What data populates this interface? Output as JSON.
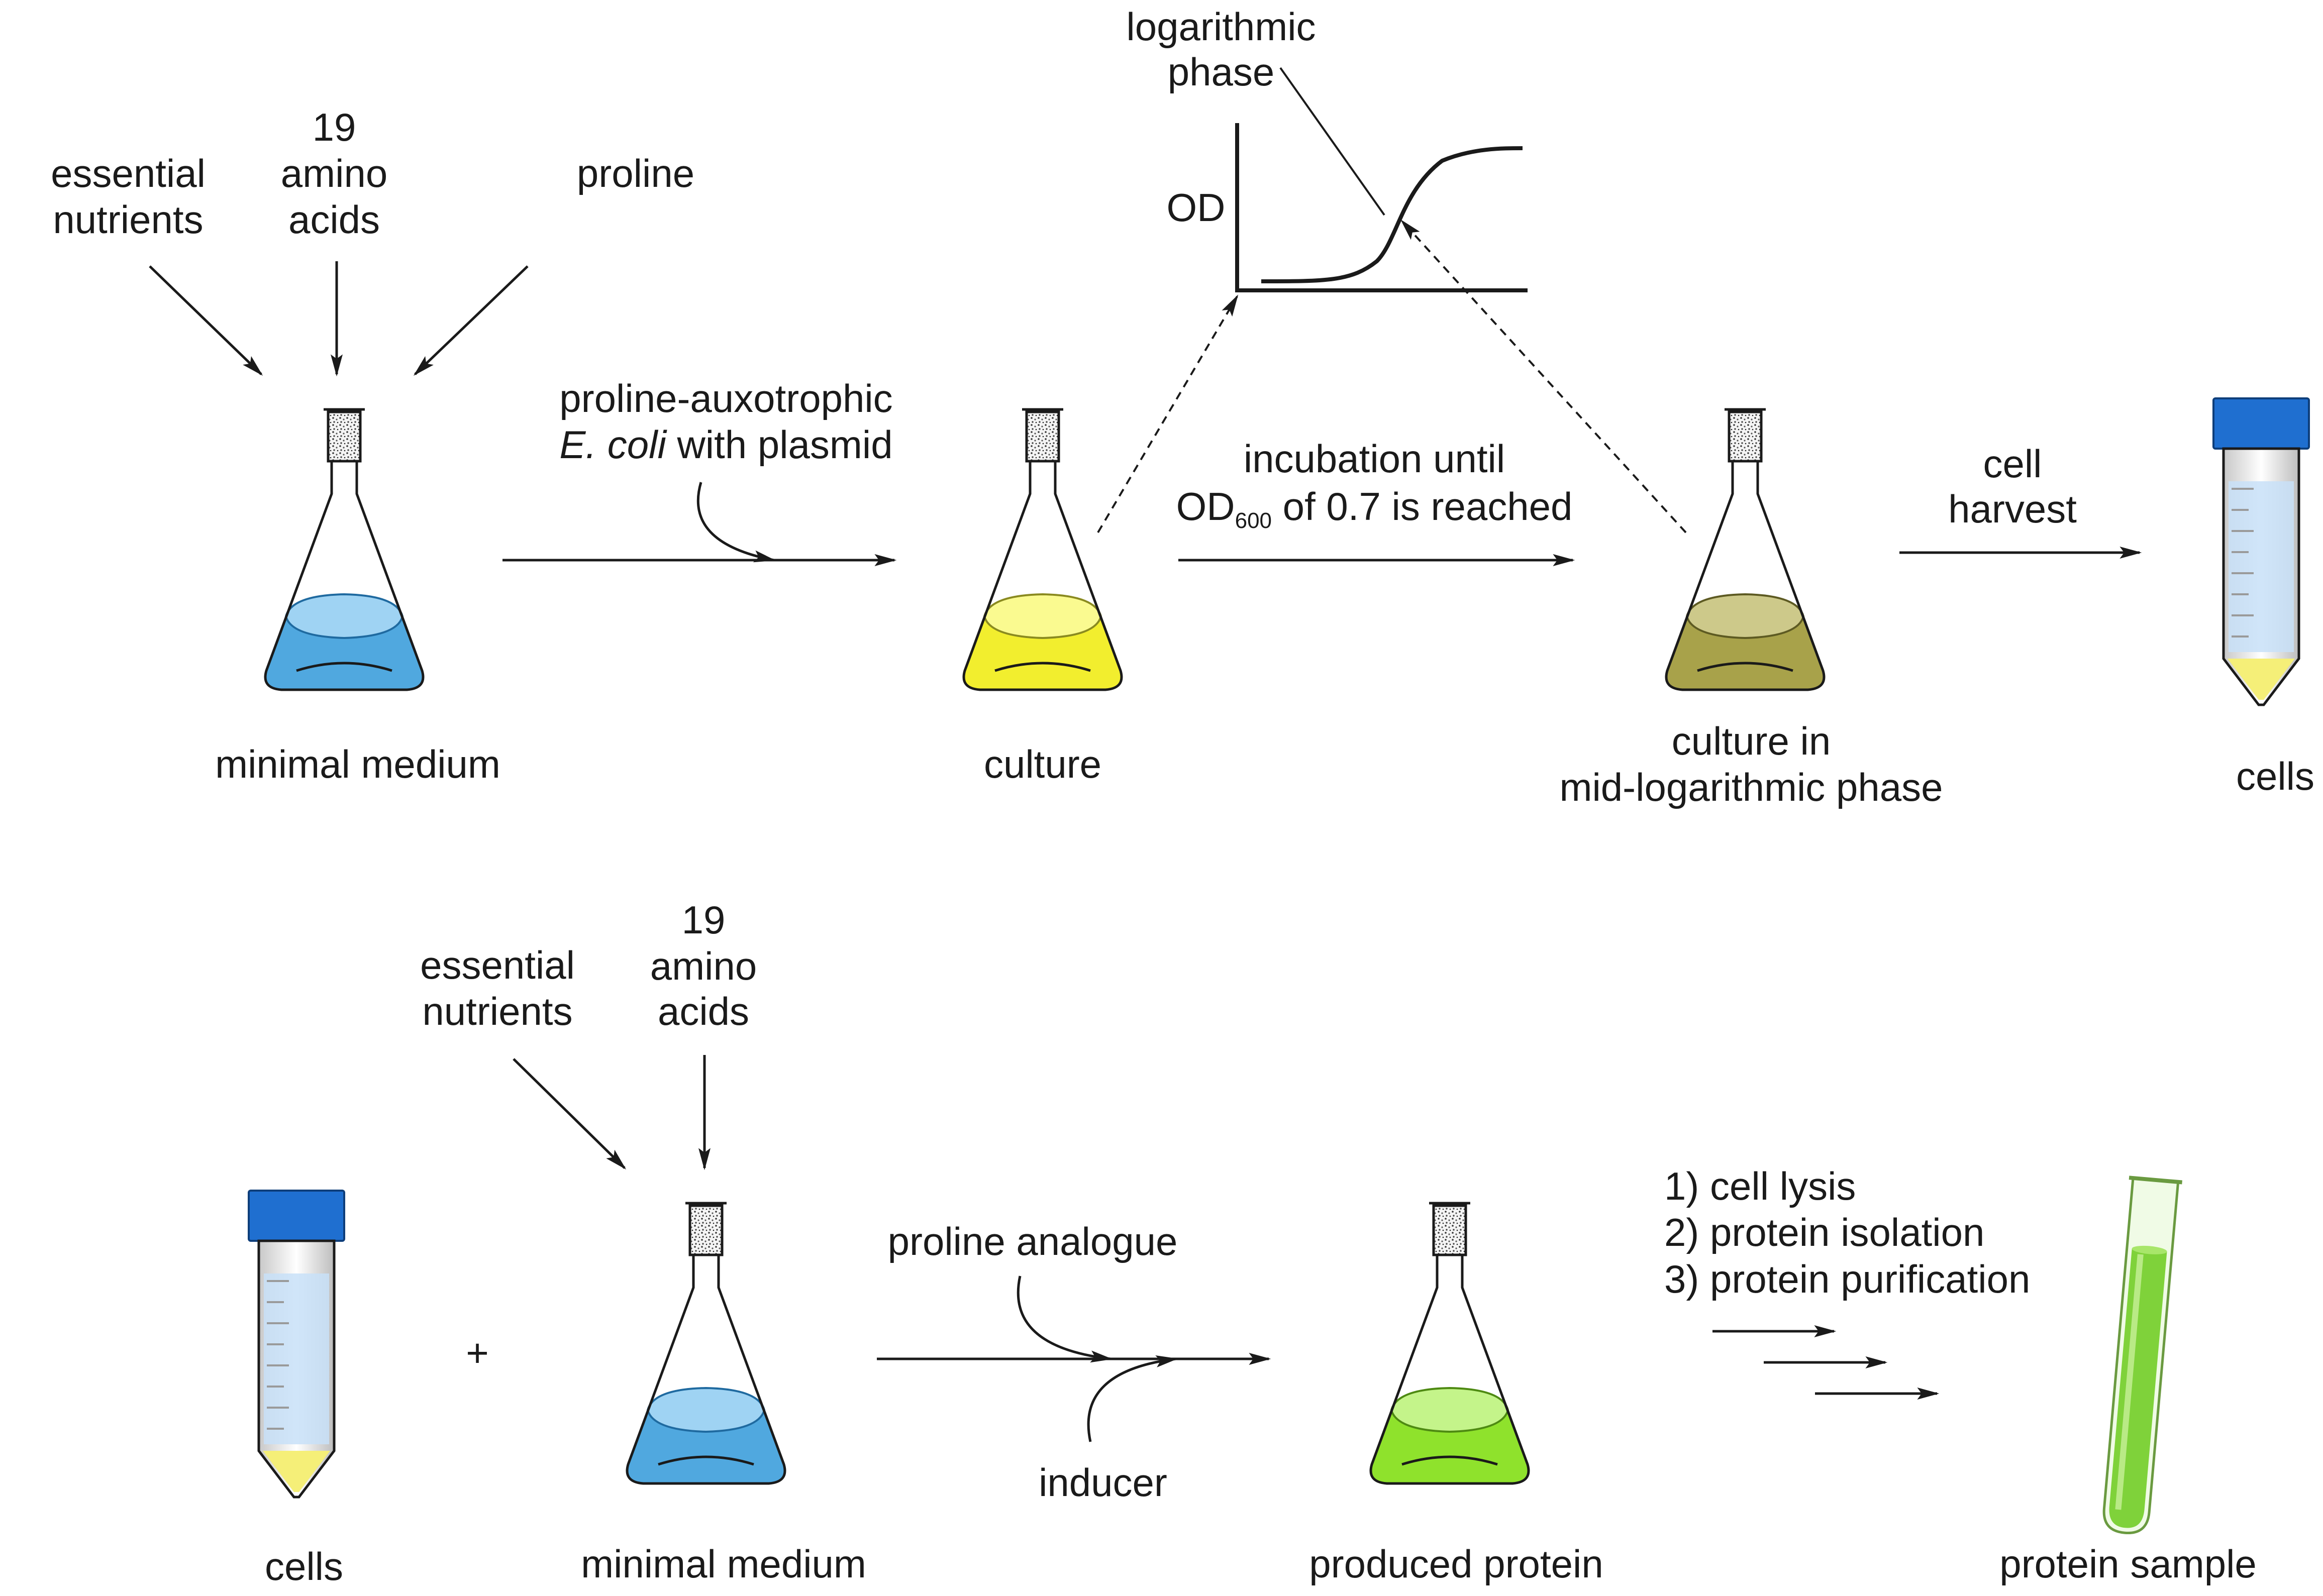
{
  "top": {
    "inputs": {
      "nutrients": [
        "essential",
        "nutrients"
      ],
      "amino": [
        "19",
        "amino",
        "acids"
      ],
      "proline": "proline"
    },
    "medium_label": "minimal medium",
    "inoculation": {
      "line1": "proline-auxotrophic",
      "italic": "E. coli",
      "rest": " with plasmid"
    },
    "culture_label": "culture",
    "incubation": {
      "line1": "incubation until",
      "od": "OD",
      "od_sub": "600",
      "od_rest": " of 0.7 is reached"
    },
    "graph": {
      "ylabel": "OD",
      "phase": [
        "logarithmic",
        "phase"
      ]
    },
    "midlog_label": [
      "culture in",
      "mid-logarithmic phase"
    ],
    "harvest": [
      "cell",
      "harvest"
    ],
    "cells_label": "cells"
  },
  "bottom": {
    "cells_label": "cells",
    "plus": "+",
    "inputs": {
      "nutrients": [
        "essential",
        "nutrients"
      ],
      "amino": [
        "19",
        "amino",
        "acids"
      ]
    },
    "medium_label": "minimal medium",
    "analogue": "proline analogue",
    "inducer": "inducer",
    "produced_label": "produced protein",
    "steps": [
      "1) cell lysis",
      "2) protein isolation",
      "3) protein purification"
    ],
    "sample_label": "protein sample"
  },
  "colors": {
    "minimal_medium": "#3d9fdc",
    "culture": "#f2ee2e",
    "midlog": "#a8a24a",
    "produced": "#8fe22c",
    "cap": "#1f6fd0",
    "sample": "#7fd23a"
  },
  "icons": [
    "erlenmeyer-flask-icon",
    "centrifuge-tube-icon",
    "test-tube-icon"
  ]
}
